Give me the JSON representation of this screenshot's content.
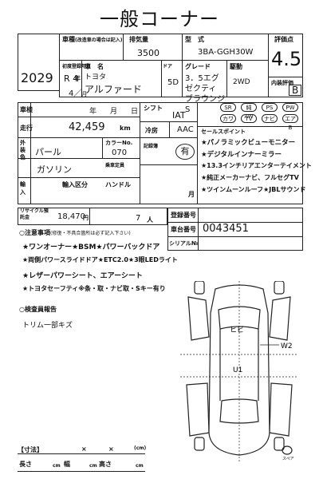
{
  "title": "一般コーナー",
  "lot_number": "2029",
  "header": {
    "model_label": "車種",
    "model_hint": "(改造車の場合は記入)",
    "displacement_label": "排気量",
    "displacement": "3500",
    "type_label": "型　式",
    "type_code": "3BA-GGH30W",
    "grade_label": "評価点",
    "grade_score": "4.5",
    "first_reg_label": "初度登録年月",
    "year_prefix": "R",
    "year": "4",
    "month": "4",
    "year_unit": "年",
    "month_unit": "月",
    "car_name_label": "車　名",
    "maker": "トヨタ",
    "car_name": "アルファード",
    "doors_label": "ドア",
    "doors": "5D",
    "grade_col_label": "グレード",
    "grade": "3．5エグゼクティ ブラウンジS",
    "drive_label": "駆動",
    "drive": "2WD",
    "interior_label": "内装評価",
    "interior_score": "B"
  },
  "specs": {
    "inspection_label": "車検",
    "inspection_ym": "年　月　日",
    "shift_label": "シフト",
    "shift": "IAT",
    "mileage_label": "走行",
    "mileage": "42,459",
    "mileage_unit": "km",
    "ac_label": "冷房",
    "ac": "AAC",
    "exterior_label": "外装色",
    "color": "パール",
    "color_no_label": "カラーNo.",
    "color_no": "070",
    "fuel": "ガソリン",
    "capacity_label": "乗車定員",
    "record_label": "記録簿",
    "record_value": "有",
    "import_label": "輸入",
    "import_cols": [
      "輸入区分",
      "ハンドル"
    ],
    "recycle_label": "リサイクル預託金",
    "recycle": "18,470",
    "recycle_unit": "円",
    "passengers": "7",
    "passengers_unit": "人"
  },
  "options": {
    "row1": [
      "SR",
      "純AW",
      "PS",
      "PW"
    ],
    "row2": [
      "カワ",
      "TV",
      "ナビ",
      "エアB"
    ]
  },
  "selling_points": {
    "label": "セールスポイント",
    "items": [
      "★パノラミックビューモニター",
      "★デジタルインナーミラー",
      "★13.3インチリアエンターテイメント",
      "★純正メーカーナビ、フルセグTV",
      "★ツインムーンルーフ★JBLサウンド"
    ]
  },
  "registration": {
    "reg_label": "登録番号",
    "chassis_label": "車台番号",
    "chassis_no": "0043451",
    "serial_label": "シリアル№"
  },
  "notes": {
    "label": "○注意事項",
    "label_hint": "(修復・不具合箇所は必ず記入下さい)",
    "items": [
      "★ワンオーナー★BSM★パワーバックドア",
      "★両側パワースライドドア★ETC2.0★3眼LEDライト",
      "★レザーパワーシート、エアーシート",
      "★トヨタセーフティ※条・取・ナビ取・Sキー有り"
    ]
  },
  "inspector": {
    "label": "○検査員報告",
    "text": "トリム一部キズ"
  },
  "diagram": {
    "marks": [
      "ヒビ",
      "U1",
      "W2"
    ],
    "caption": "スペア"
  },
  "dimensions": {
    "label": "【寸法】",
    "x": "×",
    "unit": "(cm)",
    "length_label": "長さ",
    "width_label": "幅",
    "height_label": "高さ",
    "cm": "cm"
  }
}
